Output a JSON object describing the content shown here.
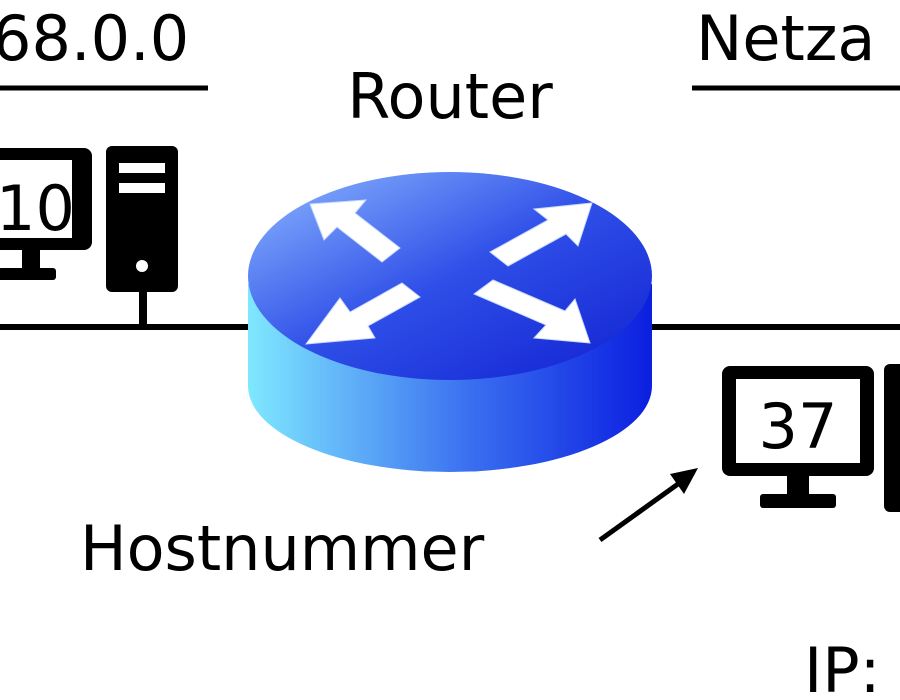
{
  "left_network": {
    "label": "68.0.0"
  },
  "right_network": {
    "label": "Netza"
  },
  "router": {
    "label": "Router"
  },
  "left_host": {
    "number": "10"
  },
  "right_host": {
    "number": "37"
  },
  "annotation": {
    "label": "Hostnummer"
  },
  "ip_label": {
    "text": "IP:"
  },
  "colors": {
    "router_top_light": "#7fb2ff",
    "router_top_dark": "#1c33d8",
    "router_side_light": "#7fe6ff",
    "router_side_dark": "#0b1fe0",
    "line": "#000000"
  },
  "icons": [
    "computer-monitor-icon",
    "computer-tower-icon",
    "router-icon",
    "arrow-icon"
  ]
}
